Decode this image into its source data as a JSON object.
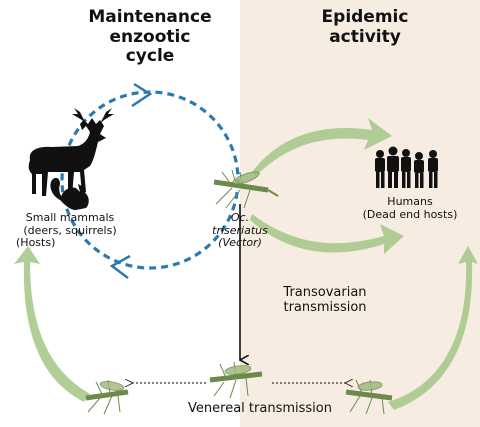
{
  "colors": {
    "epidemic_bg": "#f6ece1",
    "cycle_dash": "#2a7ab0",
    "green_arrow": "#a9c98c",
    "mosquito": "#7f9a5a",
    "silhouette": "#111111"
  },
  "left_panel": {
    "title_line1": "Maintenance",
    "title_line2": "enzootic",
    "title_line3": "cycle"
  },
  "right_panel": {
    "title_line1": "Epidemic",
    "title_line2": "activity"
  },
  "hosts": {
    "line1": "Small mammals",
    "line2": "(deers, squirrels)",
    "line3": "(Hosts)"
  },
  "vector": {
    "line1": "Oc.",
    "line2": "triseriatus",
    "line3": "(Vector)"
  },
  "humans": {
    "line1": "Humans",
    "line2": "(Dead end hosts)"
  },
  "transovarian": {
    "line1": "Transovarian",
    "line2": "transmission"
  },
  "venereal": {
    "label": "Venereal transmission"
  },
  "icons": [
    "deer-icon",
    "squirrel-icon",
    "mosquito-icon",
    "humans-group-icon"
  ]
}
